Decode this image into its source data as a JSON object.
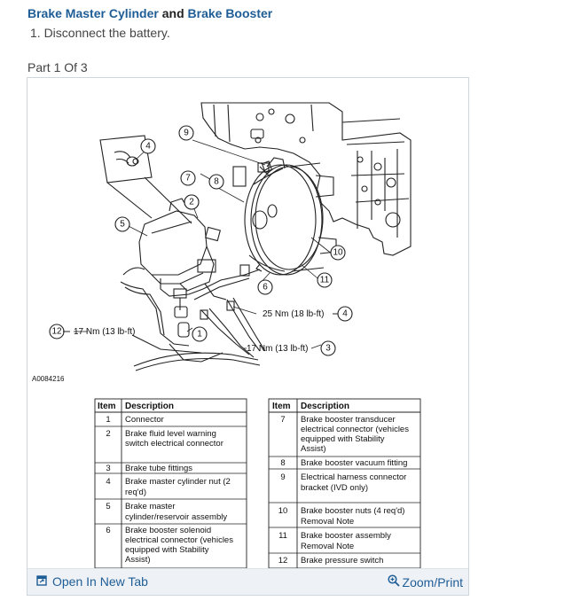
{
  "heading": {
    "link1": "Brake Master Cylinder",
    "joiner": "and",
    "link2": "Brake Booster"
  },
  "step": "1. Disconnect the battery.",
  "part_label": "Part 1 Of 3",
  "figure": {
    "figure_id": "A0084216",
    "callouts": {
      "c1": "1",
      "c2": "2",
      "c3": "3",
      "c4a": "4",
      "c4b": "4",
      "c5": "5",
      "c6": "6",
      "c7": "7",
      "c8": "8",
      "c9": "9",
      "c10": "10",
      "c11": "11",
      "c12": "12"
    },
    "torque": {
      "t25": "25 Nm (18 lb-ft)",
      "t17a": "17 Nm (13 lb-ft)",
      "t17b": "17 Nm (13 lb-ft)"
    },
    "table_left": {
      "header_item": "Item",
      "header_desc": "Description",
      "rows": [
        {
          "item": "1",
          "lines": [
            "Connector"
          ]
        },
        {
          "item": "2",
          "lines": [
            "Brake fluid level warning",
            "switch electrical connector"
          ]
        },
        {
          "item": "3",
          "lines": [
            "Brake tube fittings"
          ]
        },
        {
          "item": "4",
          "lines": [
            "Brake master cylinder nut (2",
            "req'd)"
          ]
        },
        {
          "item": "5",
          "lines": [
            "Brake master",
            "cylinder/reservoir assembly"
          ]
        },
        {
          "item": "6",
          "lines": [
            "Brake booster solenoid",
            "electrical connector (vehicles",
            "equipped with Stability",
            "Assist)"
          ]
        }
      ]
    },
    "table_right": {
      "header_item": "Item",
      "header_desc": "Description",
      "rows": [
        {
          "item": "7",
          "lines": [
            "Brake booster transducer",
            "electrical connector (vehicles",
            "equipped with Stability",
            "Assist)"
          ]
        },
        {
          "item": "8",
          "lines": [
            "Brake booster vacuum fitting"
          ]
        },
        {
          "item": "9",
          "lines": [
            "Electrical harness connector",
            "bracket (IVD only)"
          ]
        },
        {
          "item": "10",
          "lines": [
            "Brake booster nuts (4 req'd)",
            "Removal Note"
          ]
        },
        {
          "item": "11",
          "lines": [
            "Brake booster assembly",
            "Removal Note"
          ]
        },
        {
          "item": "12",
          "lines": [
            "Brake pressure switch"
          ]
        }
      ]
    }
  },
  "toolbar": {
    "open_tab": "Open In New Tab",
    "zoom": "Zoom/Print"
  },
  "icons": {
    "open_tab_icon": "new-tab-icon",
    "zoom_icon": "magnifier-plus-icon"
  },
  "colors": {
    "link": "#1f5d96",
    "toolbar_bg": "#eef2f6"
  }
}
